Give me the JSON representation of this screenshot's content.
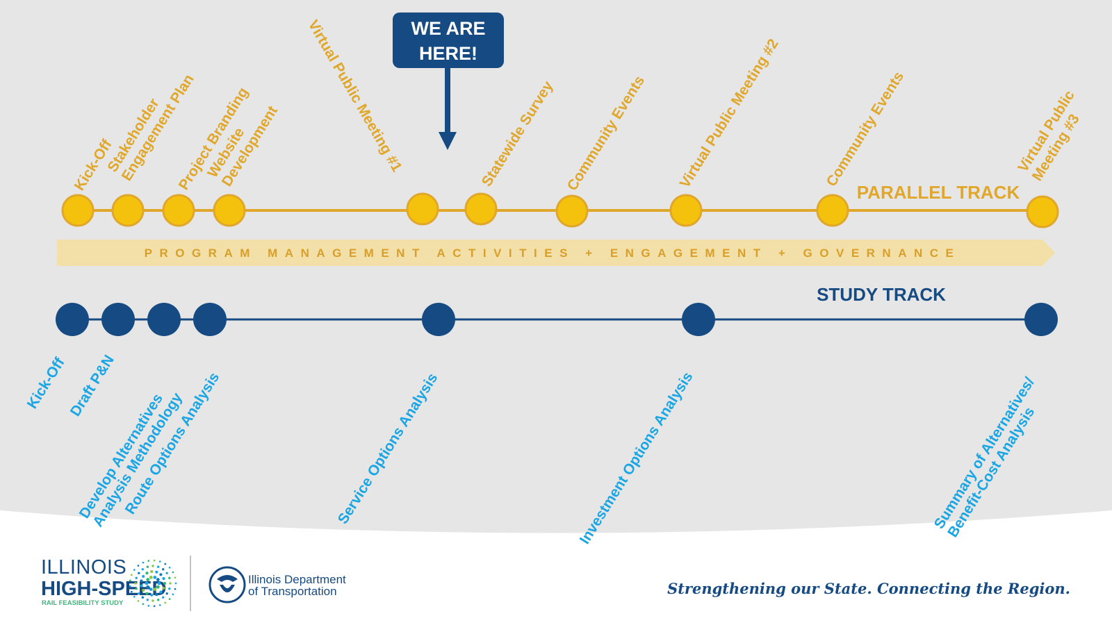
{
  "callout": {
    "line1": "WE ARE",
    "line2": "HERE!"
  },
  "band": {
    "text": "PROGRAM MANAGEMENT ACTIVITIES + ENGAGEMENT + GOVERNANCE"
  },
  "parallel_track": {
    "title": "PARALLEL TRACK",
    "milestones": [
      {
        "lines": [
          "Kick-Off"
        ]
      },
      {
        "lines": [
          "Stakeholder",
          "Engagement Plan"
        ]
      },
      {
        "lines": [
          "Project Branding"
        ]
      },
      {
        "lines": [
          "Website",
          "Development"
        ]
      },
      {
        "lines": [
          "Virtual Public Meeting #1"
        ]
      },
      {
        "lines": [
          "Statewide Survey"
        ]
      },
      {
        "lines": [
          "Community Events"
        ]
      },
      {
        "lines": [
          "Virtual Public Meeting #2"
        ]
      },
      {
        "lines": [
          "Community Events"
        ]
      },
      {
        "lines": [
          "Virtual Public",
          "Meeting #3"
        ]
      }
    ]
  },
  "study_track": {
    "title": "STUDY TRACK",
    "milestones": [
      {
        "lines": [
          "Kick-Off"
        ]
      },
      {
        "lines": [
          "Draft P&N"
        ]
      },
      {
        "lines": [
          "Develop Alternatives",
          "Analysis Methodology"
        ]
      },
      {
        "lines": [
          "Route Options Analysis"
        ]
      },
      {
        "lines": [
          "Service Options Analysis"
        ]
      },
      {
        "lines": [
          "Investment Options Analysis"
        ]
      },
      {
        "lines": [
          "Summary of Alternatives/",
          "Benefit-Cost Analysis"
        ]
      }
    ]
  },
  "footer": {
    "logo_line1": "ILLINOIS",
    "logo_line2": "HIGH-SPEED",
    "logo_line3": "RAIL FEASIBILITY STUDY",
    "idot_line1": "Illinois Department",
    "idot_line2": "of Transportation",
    "tagline": "Strengthening our State. Connecting the Region."
  },
  "colors": {
    "parallel_dot": "#f4c20d",
    "parallel_line": "#e0a72b",
    "study_dot": "#164a82",
    "study_label": "#1aa6e4",
    "band": "#f3dfa8",
    "background": "#e6e6e6"
  }
}
